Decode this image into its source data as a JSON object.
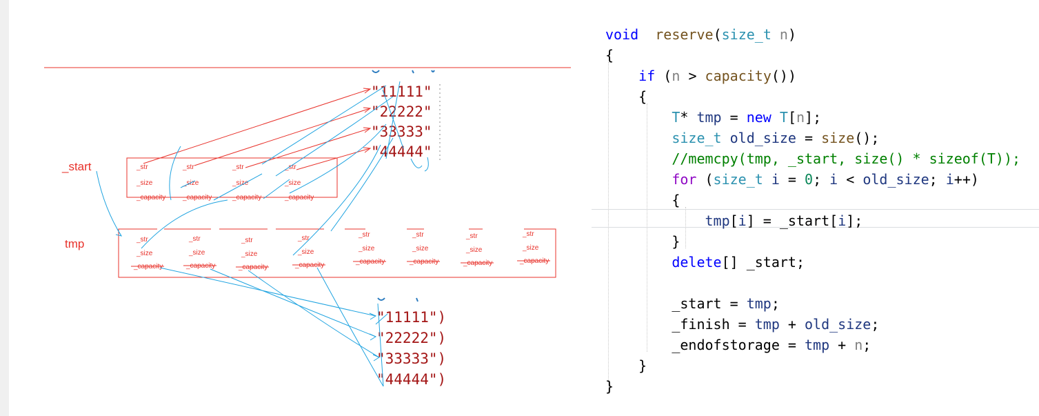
{
  "colors": {
    "red": "#e8312a",
    "blue": "#1fa3e0",
    "string": "#a31515",
    "keyword": "#0000ff",
    "type": "#2b91af",
    "function": "#74531f",
    "comment": "#008000",
    "control": "#8f08c4"
  },
  "diagram": {
    "start_label": "_start",
    "tmp_label": "tmp",
    "field_str": "_str",
    "field_size": "_size",
    "field_capacity": "_capacity",
    "top_strings": [
      "\"11111\"",
      "\"22222\"",
      "\"33333\"",
      "\"44444\""
    ],
    "bottom_strings": [
      "\"11111\")",
      "\"22222\")",
      "\"33333\")",
      "\"44444\")"
    ]
  },
  "code": {
    "lines": [
      [
        [
          "kw",
          "void"
        ],
        [
          "",
          "  "
        ],
        [
          "fn",
          "reserve"
        ],
        [
          "",
          "("
        ],
        [
          "ty",
          "size_t"
        ],
        [
          "",
          " "
        ],
        [
          "pm",
          "n"
        ],
        [
          "",
          ")"
        ]
      ],
      [
        [
          "",
          "{"
        ]
      ],
      [
        [
          "",
          "    "
        ],
        [
          "kw",
          "if"
        ],
        [
          "",
          " ("
        ],
        [
          "pm",
          "n"
        ],
        [
          "",
          " > "
        ],
        [
          "fn",
          "capacity"
        ],
        [
          "",
          "())"
        ]
      ],
      [
        [
          "",
          "    {"
        ]
      ],
      [
        [
          "",
          "        "
        ],
        [
          "ty",
          "T"
        ],
        [
          "",
          "* "
        ],
        [
          "lv",
          "tmp"
        ],
        [
          "",
          " = "
        ],
        [
          "kw",
          "new"
        ],
        [
          "",
          " "
        ],
        [
          "ty",
          "T"
        ],
        [
          "",
          "["
        ],
        [
          "pm",
          "n"
        ],
        [
          "",
          "];"
        ]
      ],
      [
        [
          "",
          "        "
        ],
        [
          "ty",
          "size_t"
        ],
        [
          "",
          " "
        ],
        [
          "lv",
          "old_size"
        ],
        [
          "",
          " = "
        ],
        [
          "fn",
          "size"
        ],
        [
          "",
          "();"
        ]
      ],
      [
        [
          "",
          "        "
        ],
        [
          "cm",
          "//memcpy(tmp, _start, size() * sizeof(T));"
        ]
      ],
      [
        [
          "",
          "        "
        ],
        [
          "ctl",
          "for"
        ],
        [
          "",
          " ("
        ],
        [
          "ty",
          "size_t"
        ],
        [
          "",
          " "
        ],
        [
          "lv",
          "i"
        ],
        [
          "",
          " = "
        ],
        [
          "num",
          "0"
        ],
        [
          "",
          "; "
        ],
        [
          "lv",
          "i"
        ],
        [
          "",
          " < "
        ],
        [
          "lv",
          "old_size"
        ],
        [
          "",
          "; "
        ],
        [
          "lv",
          "i"
        ],
        [
          "",
          "++)"
        ]
      ],
      [
        [
          "",
          "        {"
        ]
      ],
      [
        [
          "",
          "            "
        ],
        [
          "lv",
          "tmp"
        ],
        [
          "",
          "["
        ],
        [
          "lv",
          "i"
        ],
        [
          "",
          "] = "
        ],
        [
          "mb",
          "_start"
        ],
        [
          "",
          "["
        ],
        [
          "lv",
          "i"
        ],
        [
          "",
          "];"
        ]
      ],
      [
        [
          "",
          "        }"
        ]
      ],
      [
        [
          "",
          "        "
        ],
        [
          "kw",
          "delete"
        ],
        [
          "",
          "[] "
        ],
        [
          "mb",
          "_start"
        ],
        [
          "",
          ";"
        ]
      ],
      [
        [
          "",
          ""
        ]
      ],
      [
        [
          "",
          "        "
        ],
        [
          "mb",
          "_start"
        ],
        [
          "",
          " = "
        ],
        [
          "lv",
          "tmp"
        ],
        [
          "",
          ";"
        ]
      ],
      [
        [
          "",
          "        "
        ],
        [
          "mb",
          "_finish"
        ],
        [
          "",
          " = "
        ],
        [
          "lv",
          "tmp"
        ],
        [
          "",
          " + "
        ],
        [
          "lv",
          "old_size"
        ],
        [
          "",
          ";"
        ]
      ],
      [
        [
          "",
          "        "
        ],
        [
          "mb",
          "_endofstorage"
        ],
        [
          "",
          " = "
        ],
        [
          "lv",
          "tmp"
        ],
        [
          "",
          " + "
        ],
        [
          "pm",
          "n"
        ],
        [
          "",
          ";"
        ]
      ],
      [
        [
          "",
          "    }"
        ]
      ],
      [
        [
          "",
          "}"
        ]
      ]
    ]
  }
}
